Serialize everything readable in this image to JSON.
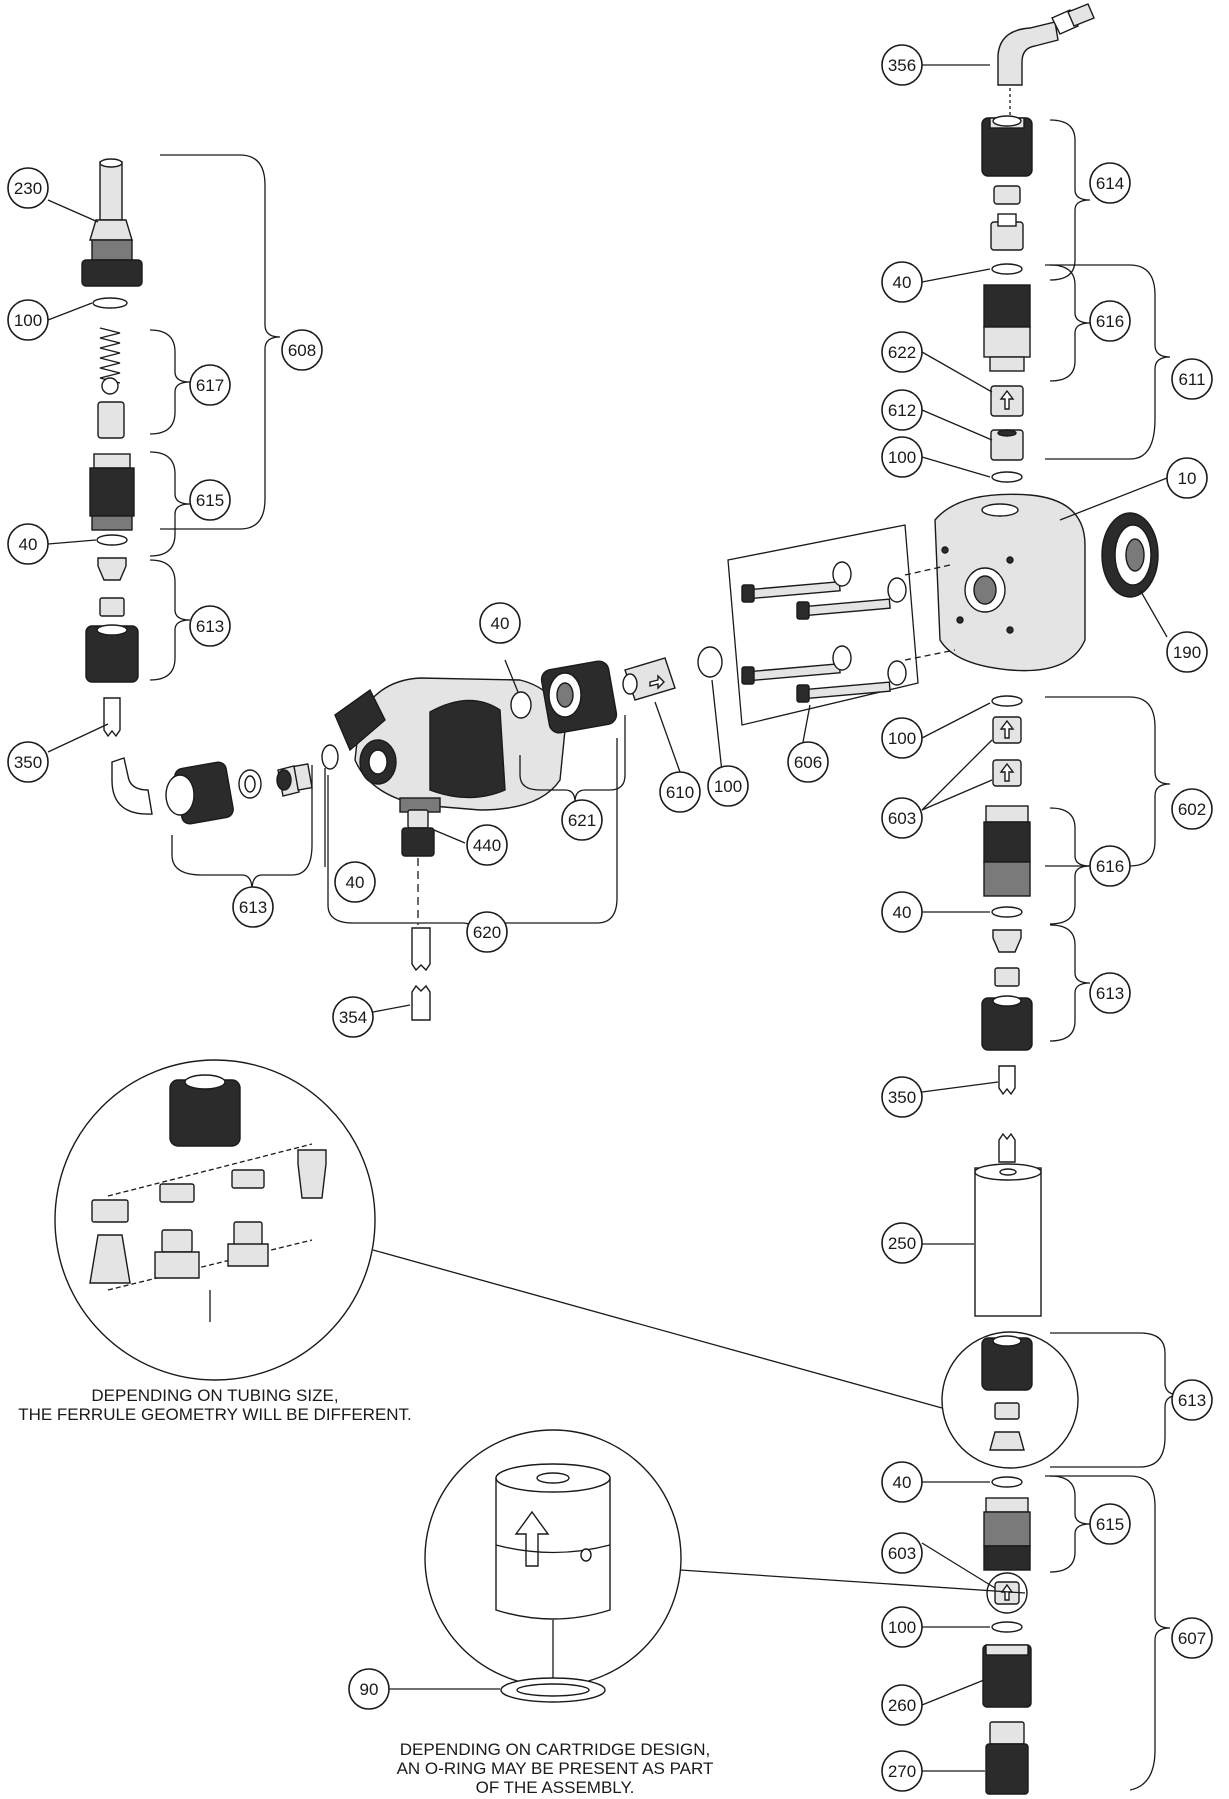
{
  "callouts": {
    "c356": "356",
    "c614": "614",
    "c40a": "40",
    "c616a": "616",
    "c611": "611",
    "c622": "622",
    "c612": "612",
    "c100a": "100",
    "c10": "10",
    "c190": "190",
    "c230": "230",
    "c100b": "100",
    "c608": "608",
    "c617": "617",
    "c615a": "615",
    "c40b": "40",
    "c613a": "613",
    "c350a": "350",
    "c40c": "40",
    "c606": "606",
    "c610": "610",
    "c100c": "100",
    "c621": "621",
    "c440": "440",
    "c40d": "40",
    "c613b": "613",
    "c620": "620",
    "c354": "354",
    "c100d": "100",
    "c603a": "603",
    "c602": "602",
    "c616b": "616",
    "c40e": "40",
    "c613c": "613",
    "c350b": "350",
    "c250": "250",
    "c613d": "613",
    "c40f": "40",
    "c615b": "615",
    "c603b": "603",
    "c100e": "100",
    "c607": "607",
    "c260": "260",
    "c270": "270",
    "c90": "90"
  },
  "notes": {
    "ferrule": [
      "DEPENDING ON TUBING SIZE,",
      "THE FERRULE GEOMETRY WILL BE DIFFERENT."
    ],
    "cartridge": [
      "DEPENDING ON CARTRIDGE DESIGN,",
      "AN O-RING MAY BE PRESENT AS PART",
      "OF THE ASSEMBLY."
    ]
  }
}
